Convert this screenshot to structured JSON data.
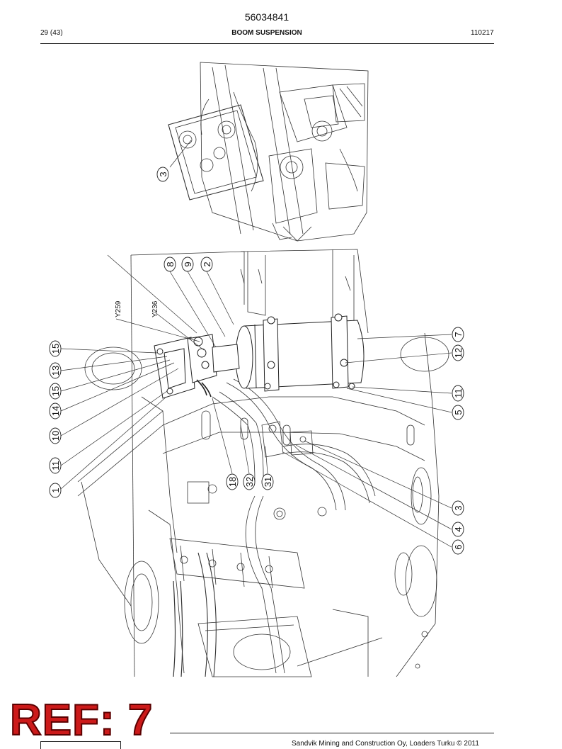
{
  "header": {
    "document_number": "56034841",
    "page": "29 (43)",
    "section_title": "BOOM SUSPENSION",
    "revision": "110217"
  },
  "top_view": {
    "callouts": [
      "3"
    ]
  },
  "main_view": {
    "callouts_top": [
      "8",
      "9",
      "2"
    ],
    "callouts_left": [
      "15",
      "13",
      "15",
      "14",
      "10",
      "11",
      "1"
    ],
    "callouts_right": [
      "7",
      "12",
      "11",
      "5",
      "3",
      "4",
      "6"
    ],
    "callouts_bottom": [
      "18",
      "32",
      "31"
    ],
    "signal_labels": [
      "Y259",
      "Y236"
    ]
  },
  "stamp": {
    "text": "REF: 7",
    "color": "#cc1a1a"
  },
  "footer": {
    "note": "Sandvik Mining and Construction Oy, Loaders Turku © 2011"
  }
}
